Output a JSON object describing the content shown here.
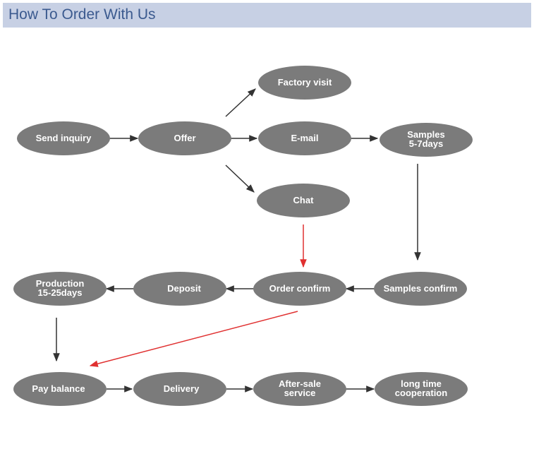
{
  "header": {
    "title": "How To Order With Us"
  },
  "colors": {
    "header_bg": "#c7d0e4",
    "header_text": "#3b5a8f",
    "node_fill": "#7b7b7b",
    "node_text": "#ffffff",
    "arrow": "#333333",
    "highlight_arrow": "#e03030"
  },
  "nodes": {
    "send_inquiry": [
      "Send inquiry"
    ],
    "offer": [
      "Offer"
    ],
    "factory_visit": [
      "Factory visit"
    ],
    "email": [
      "E-mail"
    ],
    "chat": [
      "Chat"
    ],
    "samples": [
      "Samples",
      "5-7days"
    ],
    "samples_confirm": [
      "Samples confirm"
    ],
    "order_confirm": [
      "Order confirm"
    ],
    "deposit": [
      "Deposit"
    ],
    "production": [
      "Production",
      "15-25days"
    ],
    "pay_balance": [
      "Pay balance"
    ],
    "delivery": [
      "Delivery"
    ],
    "after_sale": [
      "After-sale",
      "service"
    ],
    "long_time": [
      "long time",
      "cooperation"
    ]
  },
  "edges": [
    {
      "from": "send_inquiry",
      "to": "offer"
    },
    {
      "from": "offer",
      "to": "factory_visit"
    },
    {
      "from": "offer",
      "to": "email"
    },
    {
      "from": "offer",
      "to": "chat"
    },
    {
      "from": "email",
      "to": "samples"
    },
    {
      "from": "samples",
      "to": "samples_confirm"
    },
    {
      "from": "chat",
      "to": "order_confirm",
      "highlight": true
    },
    {
      "from": "samples_confirm",
      "to": "order_confirm"
    },
    {
      "from": "order_confirm",
      "to": "deposit"
    },
    {
      "from": "deposit",
      "to": "production"
    },
    {
      "from": "production",
      "to": "pay_balance"
    },
    {
      "from": "order_confirm",
      "to": "pay_balance",
      "highlight": true
    },
    {
      "from": "pay_balance",
      "to": "delivery"
    },
    {
      "from": "delivery",
      "to": "after_sale"
    },
    {
      "from": "after_sale",
      "to": "long_time"
    }
  ]
}
